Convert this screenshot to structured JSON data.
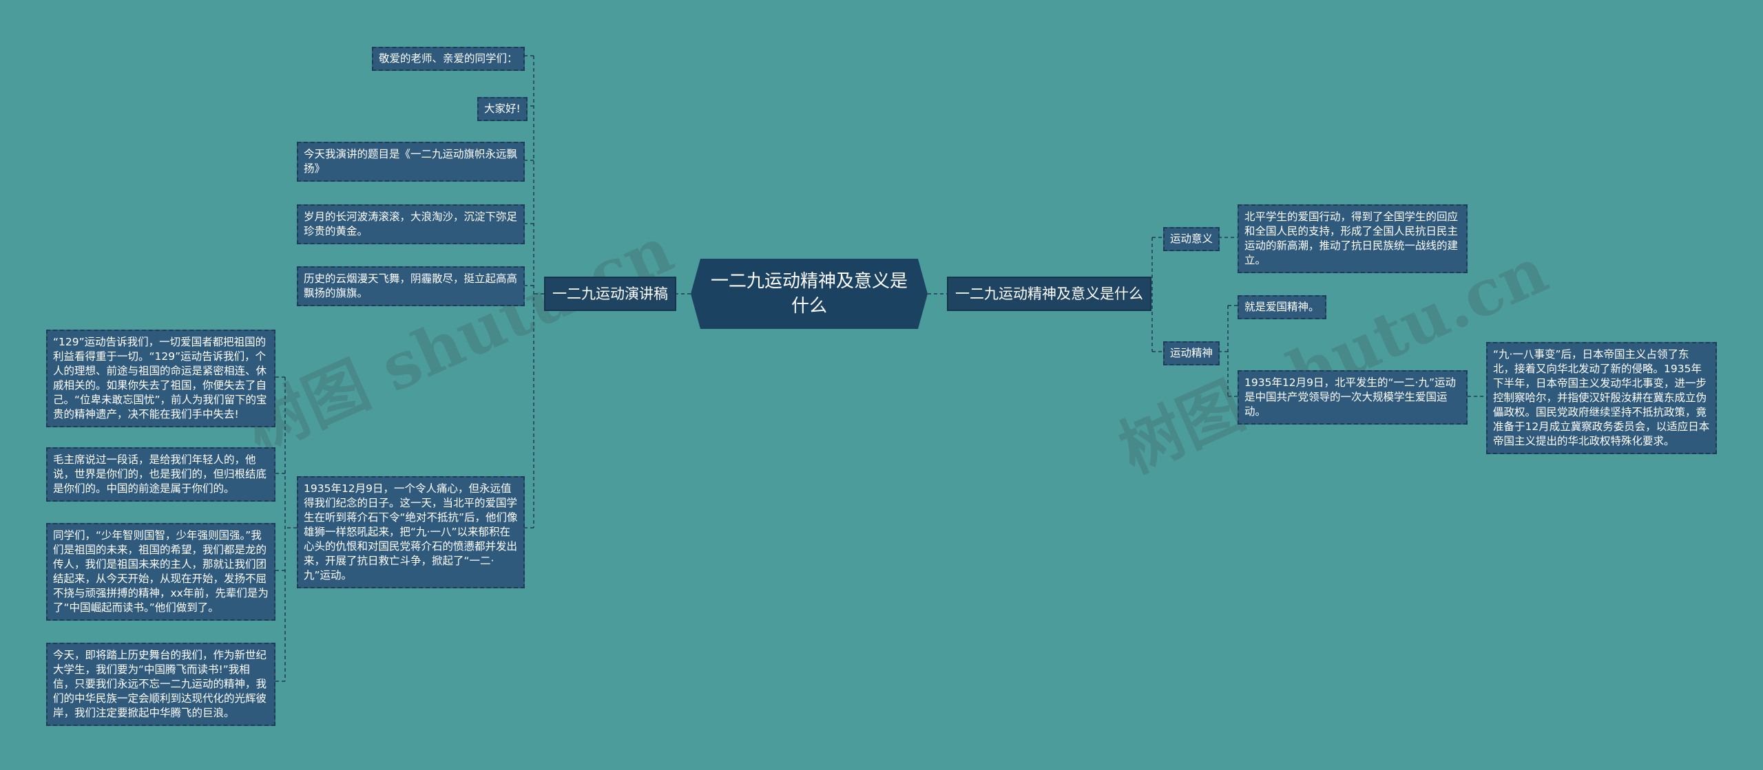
{
  "root": {
    "title": "一二九运动精神及意义是什么"
  },
  "left": {
    "branch": "一二九运动演讲稿",
    "items": [
      "敬爱的老师、亲爱的同学们：",
      "大家好!",
      "今天我演讲的题目是《一二九运动旗帜永远飘扬》",
      "岁月的长河波涛滚滚，大浪淘沙，沉淀下弥足珍贵的黄金。",
      "历史的云烟漫天飞舞，阴霾散尽，挺立起高高飘扬的旗旗。",
      "1935年12月9日，一个令人痛心，但永远值得我们纪念的日子。这一天，当北平的爱国学生在听到蒋介石下令“绝对不抵抗”后，他们像雄狮一样怒吼起来，把“九·一八”以来郁积在心头的仇恨和对国民党蒋介石的愤懑都并发出来，开展了抗日救亡斗争，掀起了“一二·九”运动。"
    ],
    "sub_items": [
      "“129”运动告诉我们，一切爱国者都把祖国的利益看得重于一切。“129”运动告诉我们，个人的理想、前途与祖国的命运是紧密相连、休戚相关的。如果你失去了祖国，你便失去了自己。“位卑未敢忘国忧”，前人为我们留下的宝贵的精神遗产，决不能在我们手中失去!",
      "毛主席说过一段话，是给我们年轻人的，他说，世界是你们的，也是我们的，但归根结底是你们的。中国的前途是属于你们的。",
      "同学们，“少年智则国智，少年强则国强。”我们是祖国的未来，祖国的希望，我们都是龙的传人，我们是祖国未来的主人，那就让我们团结起来，从今天开始，从现在开始，发扬不屈不挠与顽强拼搏的精神，xx年前，先辈们是为了“中国崛起而读书。”他们做到了。",
      "今天，即将踏上历史舞台的我们，作为新世纪大学生，我们要为“中国腾飞而读书!”我相信，只要我们永远不忘一二九运动的精神，我们的中华民族一定会顺利到达现代化的光辉彼岸，我们注定要掀起中华腾飞的巨浪。"
    ]
  },
  "right": {
    "branch": "一二九运动精神及意义是什么",
    "significance_label": "运动意义",
    "significance_text": "北平学生的爱国行动，得到了全国学生的回应和全国人民的支持，形成了全国人民抗日民主运动的新高潮，推动了抗日民族统一战线的建立。",
    "spirit_label": "运动精神",
    "spirit_items": [
      "就是爱国精神。",
      "1935年12月9日，北平发生的“一二·九”运动是中国共产党领导的一次大规模学生爱国运动。"
    ],
    "spirit_detail": "“九·一八事变”后，日本帝国主义占领了东北，接着又向华北发动了新的侵略。1935年下半年，日本帝国主义发动华北事变，进一步控制察哈尔，并指使汉奸殷汝耕在冀东成立伪儡政权。国民党政府继续坚持不抵抗政策，竟准备于12月成立冀察政务委员会，以适应日本帝国主义提出的华北政权特殊化要求。"
  },
  "watermarks": [
    "树图 shutu.cn",
    "树图 shutu.cn"
  ],
  "colors": {
    "background": "#4d9c9c",
    "node": "#2f5a7c",
    "root": "#1c4261",
    "line": "#1d3b55"
  }
}
